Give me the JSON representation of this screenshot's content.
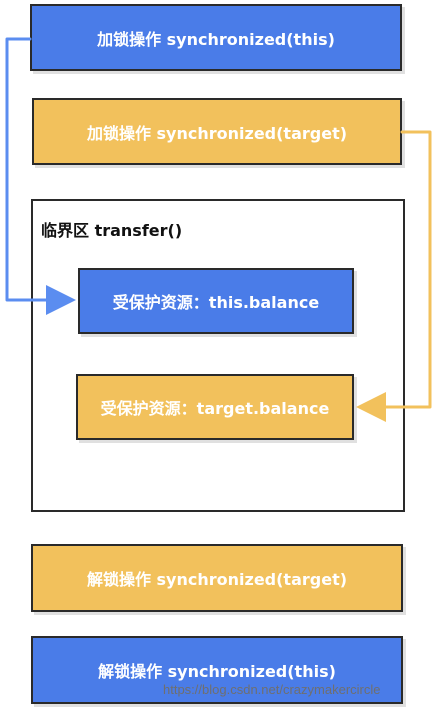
{
  "diagram": {
    "lock_this": "加锁操作 synchronized(this)",
    "lock_target": "加锁操作 synchronized(target)",
    "critical_section_title": "临界区 transfer()",
    "resource_this": "受保护资源：this.balance",
    "resource_target": "受保护资源：target.balance",
    "unlock_target": "解锁操作 synchronized(target)",
    "unlock_this": "解锁操作 synchronized(this)"
  },
  "watermark": "https://blog.csdn.net/crazymakercircle",
  "colors": {
    "blue": "#4a7ce8",
    "yellow": "#f2c15c",
    "blue_arrow": "#5b8df0",
    "yellow_arrow": "#f2c15c",
    "border": "#2a2a2a"
  }
}
